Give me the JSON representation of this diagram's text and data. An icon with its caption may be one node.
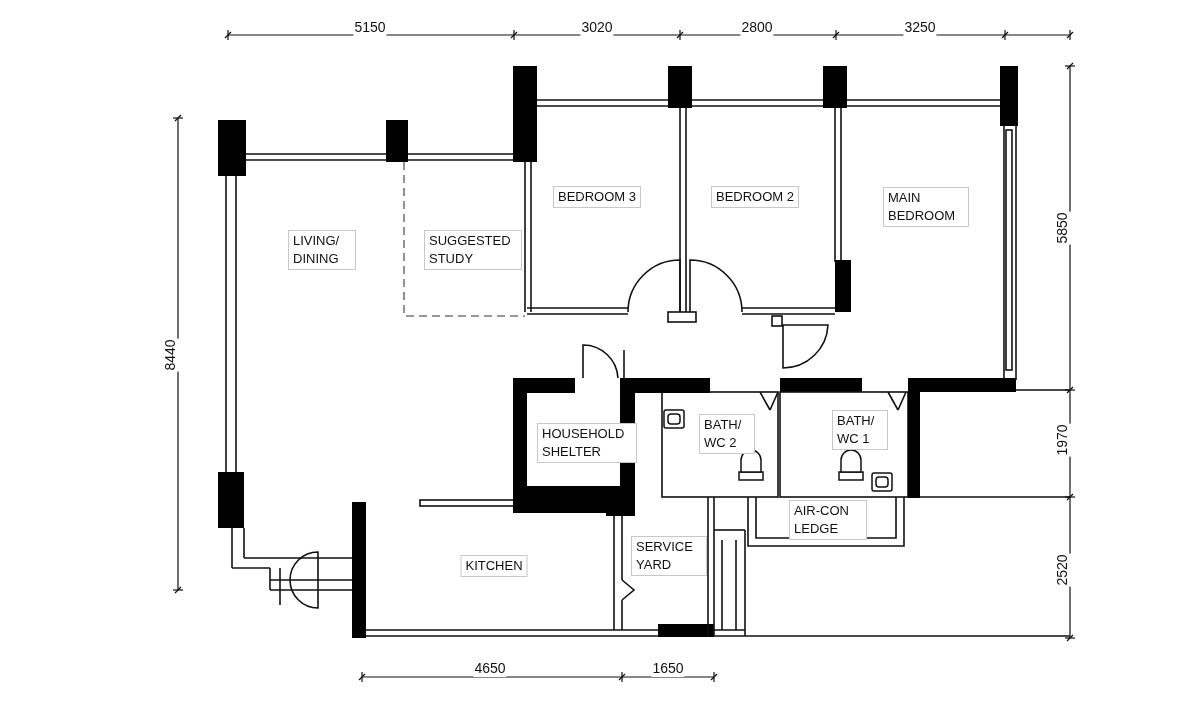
{
  "diagram": {
    "labels": [
      "5150",
      "3020",
      "2800",
      "3250",
      "BEDROOM 3",
      "BEDROOM 2",
      "MAIN BEDROOM",
      "5850",
      "LIVING/ DINING",
      "SUGGESTED STUDY",
      "8440",
      "HOUSEHOLD SHELTER",
      "BATH/ WC 2",
      "BATH/ WC 1",
      "1970",
      "AIR-CON LEDGE",
      "SERVICE YARD",
      "KITCHEN",
      "2520",
      "4650",
      "1650"
    ]
  }
}
